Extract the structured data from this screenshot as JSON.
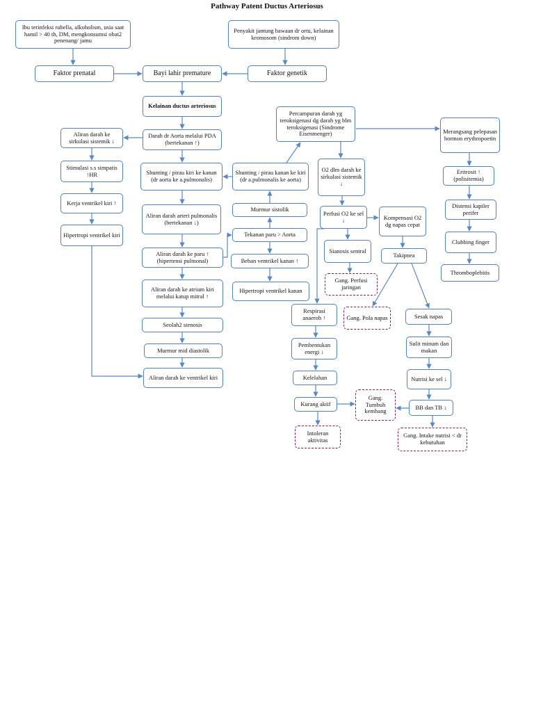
{
  "title": "Pathway Patent Ductus Arteriosus",
  "nodes": {
    "ibu": "Ibu terinfeksi rubella, alkoholism, usia saat hamil > 40 th, DM, mengkonsumsi obat2 penenang/ jamu",
    "penyakit_jantung": "Penyakit jantung bawaan dr ortu, kelainan kromosom (sindrom down)",
    "faktor_prenatal": "Faktor prenatal",
    "bayi_prematur": "Bayi lahir premature",
    "faktor_genetik": "Faktor genetik",
    "kelainan_ductus": "Kelainan ductus arteriosus",
    "darah_aorta_pda": "Darah dr Aorta melalui PDA (bertekanan ↑)",
    "aliran_sistemik": "Aliran darah ke sirkulasi sistemik ↓",
    "stimulasi_ss": "Stimulasi s.s simpatis ↑HR",
    "kerja_ventrikel_kiri": "Kerja ventrikel kiri ↑",
    "hipertropi_kiri": "Hipertropi ventrikel kiri",
    "shunting_kiri_kanan": "Shunting / pirau kiri ke kanan (dr aorta ke a.pulmonalis)",
    "aliran_arteri_pulmonalis": "Aliran darah arteri pulmonalis (bertekanan ↓)",
    "aliran_paru": "Aliran darah ke paru ↑ (hipertensi pulmonal)",
    "aliran_atrium_kiri": "Aliran darah ke atrium kiri melalui katup mitral ↑",
    "seolah_stenosis": "Seolah2 stenosis",
    "murmur_mid_diastolik": "Murmur mid diastolik",
    "aliran_ventrikel_kiri": "Aliran darah ke ventrikel kiri",
    "shunting_kanan_kiri": "Shunting / pirau kanan ke kiri (dr a.pulmonalis ke aorta)",
    "murmur_sistolik": "Murmur sistolik",
    "tekanan_paru": "Tekanan paru > Aorta",
    "beban_ventrikel_kanan": "Beban ventrikel kanan ↑",
    "hipertropi_kanan": "Hipertropi ventrikel kanan",
    "percampuran_darah": "Percampuran darah yg teroksigenasi dg darah yg blm teroksigenasi (Sindrome Eisenmenger)",
    "merangsang_hormon": "Merangsang pelepasan hormon erythropoetin",
    "o2_darah": "O2 dlm darah ke sirkulasi sistemik ↓",
    "eritrosit": "Eritrosit ↑ (polisitemia)",
    "distensi_kapiler": "Distensi kapiler perifer",
    "clubbing_finger": "Clubbing finger",
    "tromboplebitis": "Thromboplebitis",
    "perfusi_o2": "Perfusi O2 ke sel ↓",
    "kompensasi_o2": "Kompensasi O2 dg napas cepat",
    "sianosis_sentral": "Sianosis sentral",
    "takipnea": "Takipnea",
    "gang_perfusi": "Gang. Perfusi jaringan",
    "respirasi_anaerob": "Respirasi anaerob ↑",
    "gang_pola_napas": "Gang. Pola napas",
    "sesak_napas": "Sesak napas",
    "pembentukan_energi": "Pembentukan energi ↓",
    "sulit_minum": "Sulit minum dan makan",
    "kelelahan": "Kelelahan",
    "nutrisi_sel": "Nutrisi ke sel ↓",
    "kurang_aktif": "Kurang aktif",
    "gang_tumbuh": "Gang. Tumbuh kembang",
    "bb_tb": "BB dan TB ↓",
    "intoleran_aktivitas": "Intoleran aktivitas",
    "gang_intake_nutrisi": "Gang. Intake nutrisi < dr kebutuhan"
  },
  "colors": {
    "box_border": "#4f81bd",
    "arrow": "#5b87c5",
    "diagnosis_border": "#8b1a45"
  }
}
